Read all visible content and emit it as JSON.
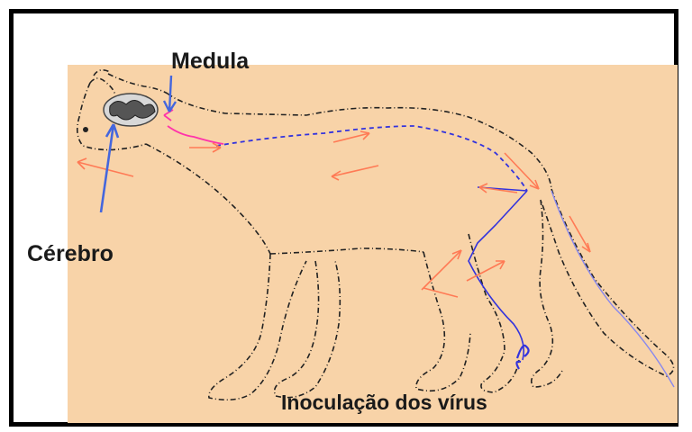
{
  "labels": {
    "medula": "Medula",
    "cerebro": "Cérebro",
    "inoculacao": "Inoculação dos vírus"
  },
  "colors": {
    "background_panel": "#f8d3a8",
    "outline": "#222222",
    "nerve_path": "#3333dd",
    "return_path": "#ff33aa",
    "spread_arrows": "#ff7a55",
    "pointer_arrows": "#4466dd",
    "brain": "#555555"
  }
}
